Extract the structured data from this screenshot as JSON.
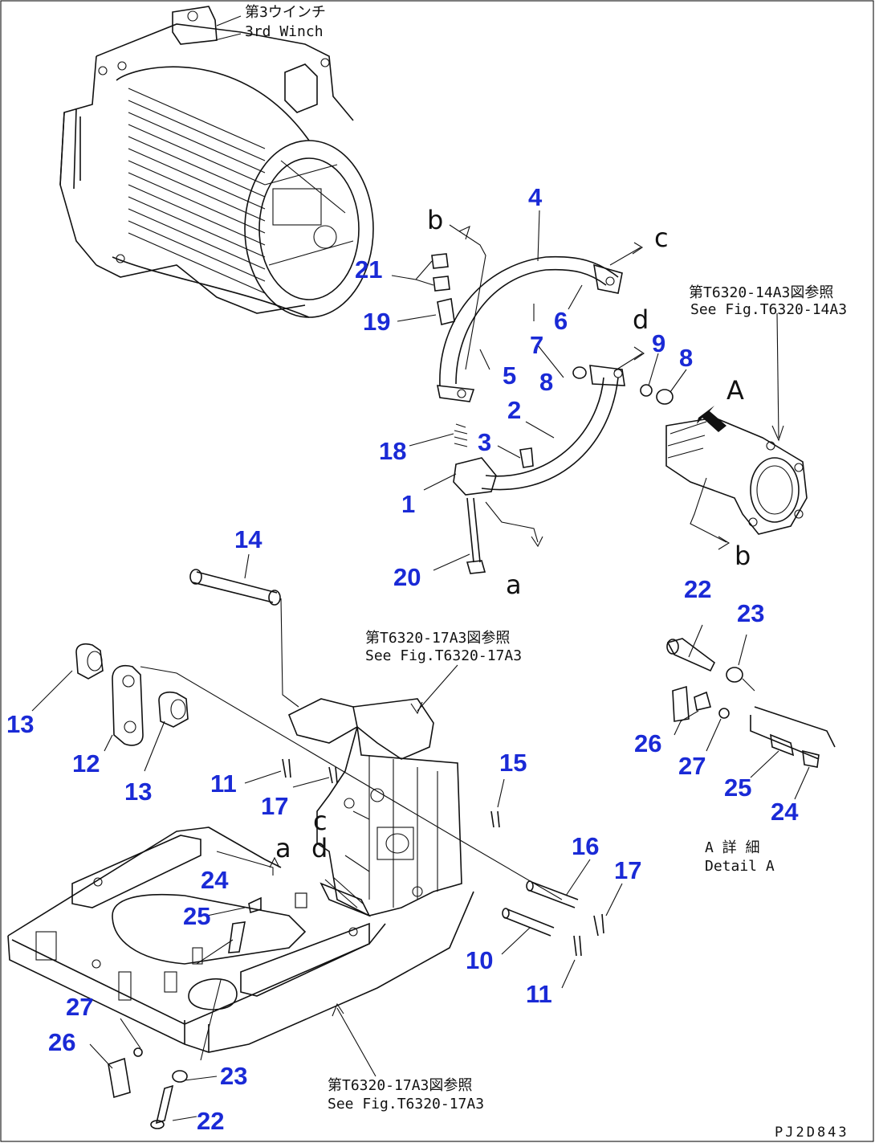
{
  "callouts": [
    {
      "id": "c4",
      "label": "4"
    },
    {
      "id": "c21",
      "label": "21"
    },
    {
      "id": "c19",
      "label": "19"
    },
    {
      "id": "c6",
      "label": "6"
    },
    {
      "id": "c7",
      "label": "7"
    },
    {
      "id": "c5",
      "label": "5"
    },
    {
      "id": "c9",
      "label": "9"
    },
    {
      "id": "c8a",
      "label": "8"
    },
    {
      "id": "c8b",
      "label": "8"
    },
    {
      "id": "c2",
      "label": "2"
    },
    {
      "id": "c3",
      "label": "3"
    },
    {
      "id": "c18",
      "label": "18"
    },
    {
      "id": "c1",
      "label": "1"
    },
    {
      "id": "c20",
      "label": "20"
    },
    {
      "id": "c14",
      "label": "14"
    },
    {
      "id": "c22a",
      "label": "22"
    },
    {
      "id": "c23a",
      "label": "23"
    },
    {
      "id": "c26a",
      "label": "26"
    },
    {
      "id": "c27a",
      "label": "27"
    },
    {
      "id": "c25a",
      "label": "25"
    },
    {
      "id": "c24a",
      "label": "24"
    },
    {
      "id": "c13a",
      "label": "13"
    },
    {
      "id": "c12",
      "label": "12"
    },
    {
      "id": "c13b",
      "label": "13"
    },
    {
      "id": "c11a",
      "label": "11"
    },
    {
      "id": "c17a",
      "label": "17"
    },
    {
      "id": "c15",
      "label": "15"
    },
    {
      "id": "c16",
      "label": "16"
    },
    {
      "id": "c17b",
      "label": "17"
    },
    {
      "id": "c10",
      "label": "10"
    },
    {
      "id": "c11b",
      "label": "11"
    },
    {
      "id": "c24b",
      "label": "24"
    },
    {
      "id": "c25b",
      "label": "25"
    },
    {
      "id": "c27b",
      "label": "27"
    },
    {
      "id": "c26b",
      "label": "26"
    },
    {
      "id": "c23b",
      "label": "23"
    },
    {
      "id": "c22b",
      "label": "22"
    }
  ],
  "notes": {
    "winch_jp": "第3ウインチ",
    "winch_en": "3rd Winch",
    "ref1_jp": "第T6320-14A3図参照",
    "ref1_en": "See Fig.T6320-14A3",
    "ref2_jp": "第T6320-17A3図参照",
    "ref2_en": "See Fig.T6320-17A3",
    "ref3_jp": "第T6320-17A3図参照",
    "ref3_en": "See Fig.T6320-17A3",
    "detail_jp": "A 詳 細",
    "detail_en": "Detail A"
  },
  "letters": {
    "b1": "b",
    "c1": "c",
    "d1": "d",
    "A": "A",
    "b2": "b",
    "a1": "a",
    "c2": "c",
    "d2": "d",
    "a2": "a"
  },
  "drawing_code": "PJ2D843"
}
